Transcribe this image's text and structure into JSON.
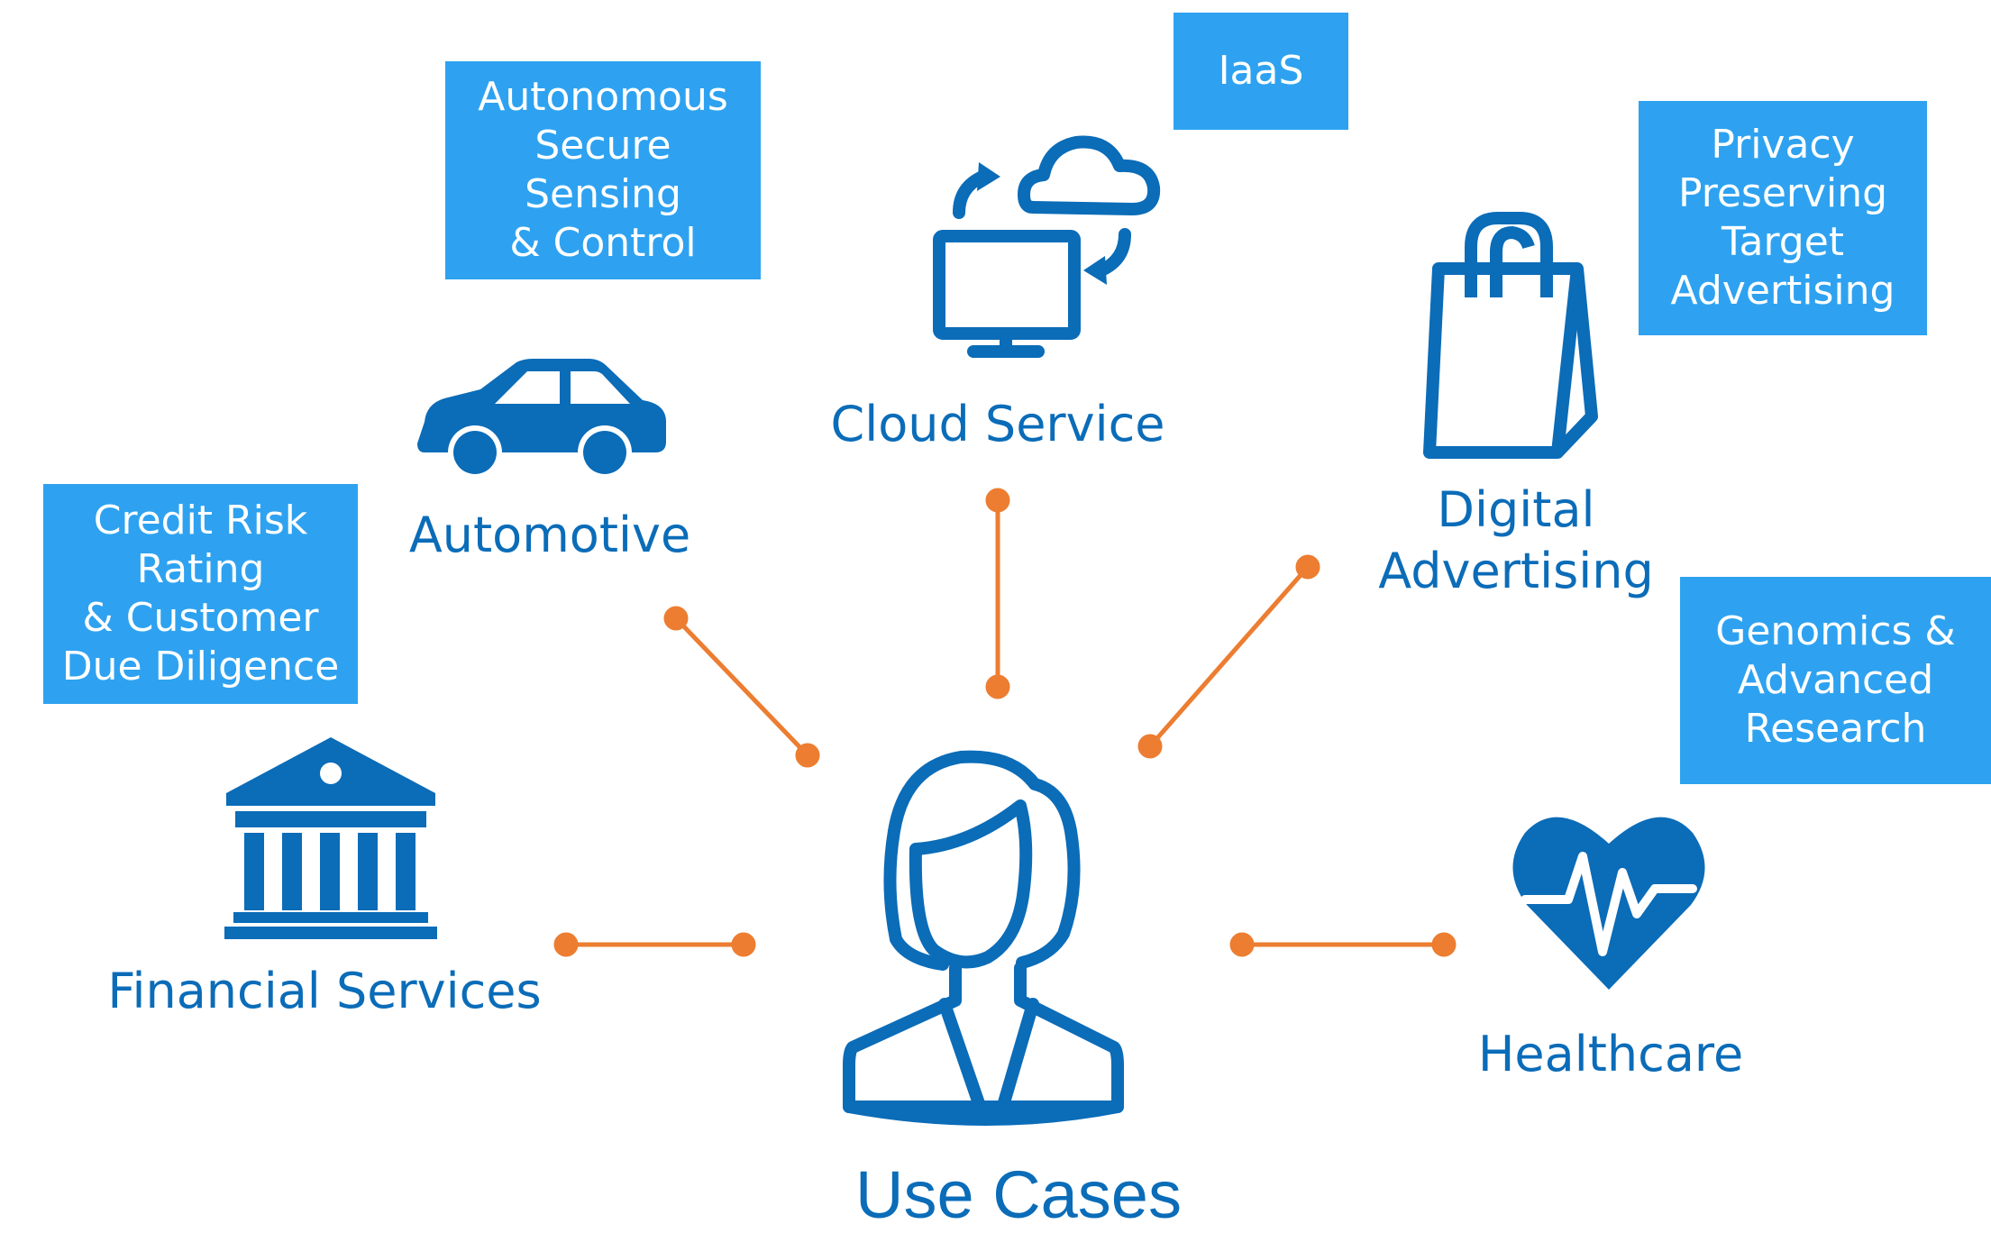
{
  "colors": {
    "callout_bg": "#2ea2f0",
    "icon_blue": "#0b6cb8",
    "connector": "#ec7d31"
  },
  "center": {
    "label": "Use Cases",
    "icon": "user-woman-icon"
  },
  "nodes": [
    {
      "id": "automotive",
      "label": "Automotive",
      "icon": "car-icon",
      "callout": "Autonomous\nSecure\nSensing\n& Control"
    },
    {
      "id": "cloud",
      "label": "Cloud  Service",
      "icon": "cloud-sync-icon",
      "callout": "IaaS"
    },
    {
      "id": "digital",
      "label": "Digital\nAdvertising",
      "icon": "shopping-bag-icon",
      "callout": "Privacy\nPreserving\nTarget\nAdvertising"
    },
    {
      "id": "financial",
      "label": "Financial  Services",
      "icon": "bank-icon",
      "callout": "Credit Risk\nRating\n& Customer\nDue Diligence"
    },
    {
      "id": "healthcare",
      "label": "Healthcare",
      "icon": "heart-pulse-icon",
      "callout": "Genomics &\nAdvanced\nResearch"
    }
  ]
}
